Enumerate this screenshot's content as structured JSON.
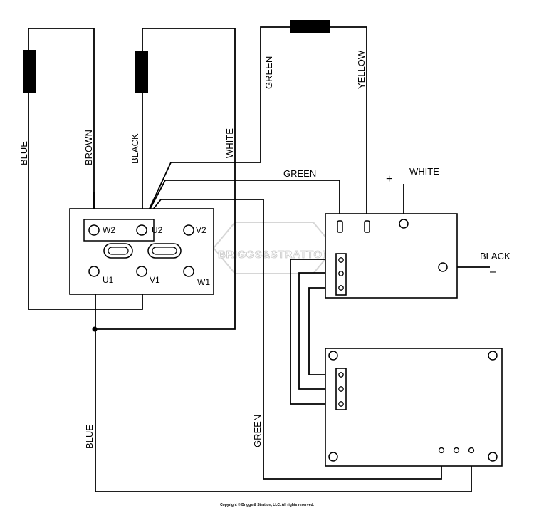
{
  "wires": {
    "blue_top": "BLUE",
    "brown": "BROWN",
    "black": "BLACK",
    "white": "WHITE",
    "green_top": "GREEN",
    "yellow": "YELLOW",
    "green_mid": "GREEN",
    "white_plus": "WHITE",
    "black_minus": "BLACK",
    "green_bottom": "GREEN",
    "blue_bottom": "BLUE"
  },
  "symbols": {
    "plus": "+",
    "minus": "–"
  },
  "terminals": [
    "W2",
    "U2",
    "V2",
    "U1",
    "V1",
    "W1"
  ],
  "watermark": "BRIGGS&STRATTON",
  "copyright": "Copyright © Briggs & Stratton, LLC. All rights reserved."
}
